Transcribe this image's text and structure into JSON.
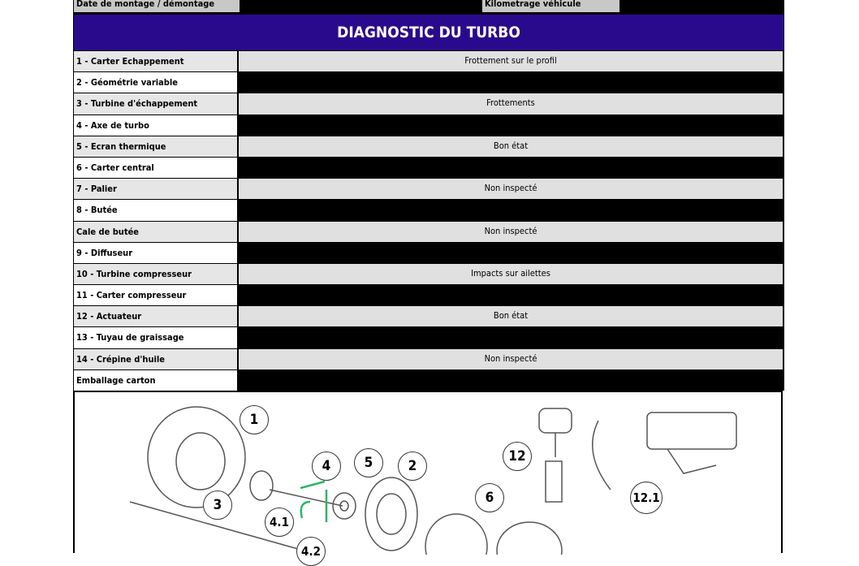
{
  "header": {
    "date_label": "Date de montage / démontage",
    "km_label": "Kilometrage véhicule"
  },
  "title": "DIAGNOSTIC DU TURBO",
  "rows": [
    {
      "label": "1 - Carter  Echappement",
      "value": "Frottement sur le profil"
    },
    {
      "label": "2 - Géométrie variable",
      "value": ""
    },
    {
      "label": "3 - Turbine d'échappement",
      "value": "Frottements"
    },
    {
      "label": "4 - Axe de turbo",
      "value": ""
    },
    {
      "label": "5 - Ecran thermique",
      "value": "Bon état"
    },
    {
      "label": "6 - Carter central",
      "value": ""
    },
    {
      "label": "7 - Palier",
      "value": "Non inspecté"
    },
    {
      "label": "8 - Butée",
      "value": ""
    },
    {
      "label": "Cale de butée",
      "value": "Non inspecté"
    },
    {
      "label": "9 - Diffuseur",
      "value": ""
    },
    {
      "label": "10 - Turbine  compresseur",
      "value": "Impacts sur ailettes"
    },
    {
      "label": "11 - Carter compresseur",
      "value": ""
    },
    {
      "label": "12 - Actuateur",
      "value": "Bon état"
    },
    {
      "label": "13 - Tuyau de graissage",
      "value": ""
    },
    {
      "label": "14 - Crépine d'huile",
      "value": "Non inspecté"
    },
    {
      "label": "Emballage carton",
      "value": ""
    }
  ],
  "diagram": {
    "callouts": [
      "1",
      "2",
      "3",
      "4",
      "4.1",
      "4.2",
      "5",
      "6",
      "12",
      "12.1"
    ]
  }
}
